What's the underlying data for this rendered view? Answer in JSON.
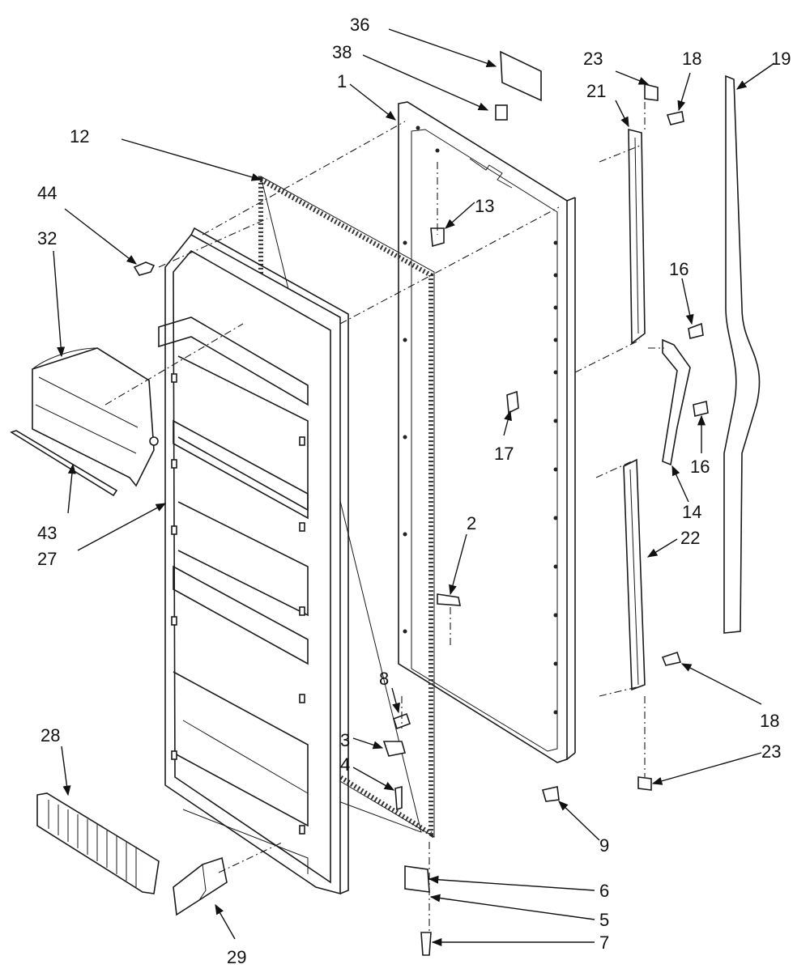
{
  "diagram": {
    "callouts": [
      {
        "id": "1",
        "label": "1"
      },
      {
        "id": "2",
        "label": "2"
      },
      {
        "id": "3",
        "label": "3"
      },
      {
        "id": "4",
        "label": "4"
      },
      {
        "id": "5",
        "label": "5"
      },
      {
        "id": "6",
        "label": "6"
      },
      {
        "id": "7",
        "label": "7"
      },
      {
        "id": "8",
        "label": "8"
      },
      {
        "id": "9",
        "label": "9"
      },
      {
        "id": "12",
        "label": "12"
      },
      {
        "id": "13",
        "label": "13"
      },
      {
        "id": "14",
        "label": "14"
      },
      {
        "id": "16a",
        "label": "16"
      },
      {
        "id": "16b",
        "label": "16"
      },
      {
        "id": "17",
        "label": "17"
      },
      {
        "id": "18a",
        "label": "18"
      },
      {
        "id": "18b",
        "label": "18"
      },
      {
        "id": "19",
        "label": "19"
      },
      {
        "id": "21",
        "label": "21"
      },
      {
        "id": "22",
        "label": "22"
      },
      {
        "id": "23a",
        "label": "23"
      },
      {
        "id": "23b",
        "label": "23"
      },
      {
        "id": "27",
        "label": "27"
      },
      {
        "id": "28",
        "label": "28"
      },
      {
        "id": "29",
        "label": "29"
      },
      {
        "id": "32",
        "label": "32"
      },
      {
        "id": "36",
        "label": "36"
      },
      {
        "id": "38",
        "label": "38"
      },
      {
        "id": "43",
        "label": "43"
      },
      {
        "id": "44",
        "label": "44"
      }
    ]
  }
}
